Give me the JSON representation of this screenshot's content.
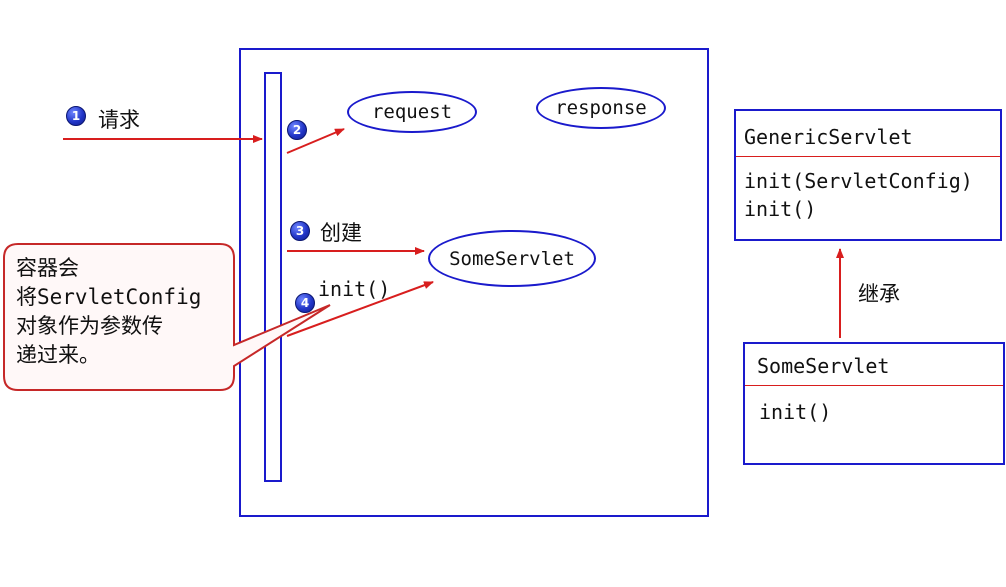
{
  "ellipses": {
    "request": "request",
    "response": "response",
    "some_servlet": "SomeServlet"
  },
  "steps": {
    "step1": {
      "num": "1",
      "label": "请求"
    },
    "step2": {
      "num": "2"
    },
    "step3": {
      "num": "3",
      "label": "创建"
    },
    "step4": {
      "num": "4",
      "label": "init()"
    }
  },
  "callout": {
    "lines": [
      "容器会",
      "将ServletConfig",
      "对象作为参数传",
      "递过来。"
    ]
  },
  "generic_servlet": {
    "title": "GenericServlet",
    "methods": [
      "init(ServletConfig)",
      "init()"
    ]
  },
  "some_servlet_class": {
    "title": "SomeServlet",
    "methods": [
      "init()"
    ]
  },
  "inherit_label": "继承",
  "colors": {
    "blue": "#1a1acc",
    "arrow_red": "#d81e1e",
    "callout_border": "#c62828",
    "callout_fill": "#fff8f8"
  }
}
